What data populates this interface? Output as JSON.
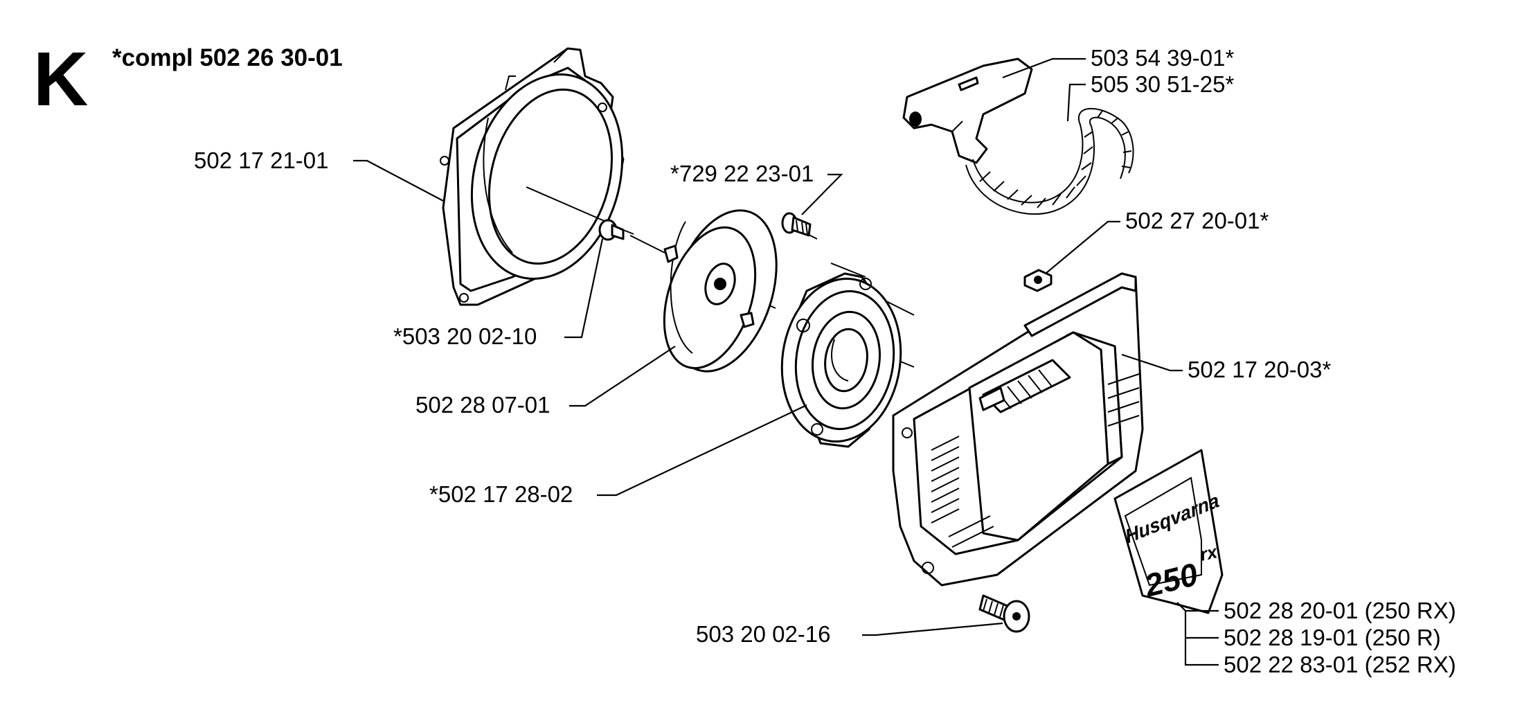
{
  "section_letter": "K",
  "assembly_title": "*compl 502 26 30-01",
  "parts": [
    {
      "id": "p1",
      "label": "503 54 39-01*",
      "item": "starter-handle"
    },
    {
      "id": "p2",
      "label": "505 30 51-25*",
      "item": "starter-rope"
    },
    {
      "id": "p3",
      "label": "502 17 21-01",
      "item": "fan-housing-shroud"
    },
    {
      "id": "p4",
      "label": "*729 22 23-01",
      "item": "screw"
    },
    {
      "id": "p5",
      "label": "502 27 20-01*",
      "item": "nut"
    },
    {
      "id": "p6",
      "label": "*503 20 02-10",
      "item": "screw"
    },
    {
      "id": "p7",
      "label": "502 28 07-01",
      "item": "rope-pulley"
    },
    {
      "id": "p8",
      "label": "502 17 20-03*",
      "item": "starter-cover"
    },
    {
      "id": "p9",
      "label": "*502 17 28-02",
      "item": "recoil-spring-housing"
    },
    {
      "id": "p10",
      "label": "503 20 02-16",
      "item": "screw"
    },
    {
      "id": "p11",
      "label": "502 28 20-01 (250 RX)",
      "item": "decal"
    },
    {
      "id": "p12",
      "label": "502 28 19-01 (250 R)",
      "item": "decal"
    },
    {
      "id": "p13",
      "label": "502 22 83-01 (252 RX)",
      "item": "decal"
    }
  ],
  "decal": {
    "brand": "Husqvarna",
    "model": "250",
    "suffix": "rx"
  }
}
